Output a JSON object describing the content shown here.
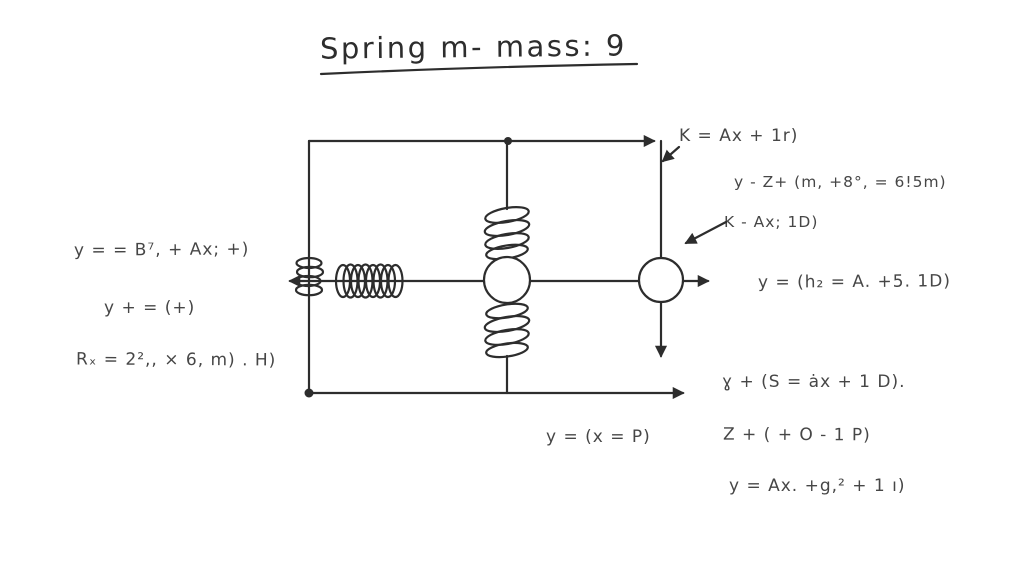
{
  "title": {
    "text": "Spring m- mass: 9"
  },
  "equations": {
    "left": [
      {
        "id": "eq-left-1",
        "text": "y = = B⁷, + Ax; +)"
      },
      {
        "id": "eq-left-2",
        "text": "y + = (+)"
      },
      {
        "id": "eq-left-3",
        "text": "Rₓ = 2²,, × 6, m) . H)"
      }
    ],
    "right": [
      {
        "id": "eq-right-1",
        "text": "K = Ax + 1r)"
      },
      {
        "id": "eq-right-2",
        "text": "y - Z+ (m, +8°, = 6!5m)"
      },
      {
        "id": "eq-right-3",
        "text": "K - Ax; 1D)"
      },
      {
        "id": "eq-right-4",
        "text": "y = (h₂ = A. +5. 1D)"
      },
      {
        "id": "eq-right-5",
        "text": "ɣ + (S = ȧx + 1 D)."
      }
    ],
    "bottom": [
      {
        "id": "eq-bottom-1",
        "text": "y = (x = P)"
      },
      {
        "id": "eq-bottom-2",
        "text": "Z + ( + O - 1 P)"
      },
      {
        "id": "eq-bottom-3",
        "text": "y = Ax. +g,² + 1 ı)"
      }
    ]
  },
  "diagram": {
    "icons": {
      "wall-spring-icon": "small vertical coil",
      "horizontal-spring-icon": "horizontal coil spring",
      "vertical-spring-top-icon": "vertical coil spring",
      "vertical-spring-bottom-icon": "vertical coil spring",
      "center-mass-circle": "circle mass",
      "right-mass-circle": "circle mass"
    }
  },
  "colors": {
    "ink": "#2d2d2d",
    "background": "#ffffff"
  }
}
